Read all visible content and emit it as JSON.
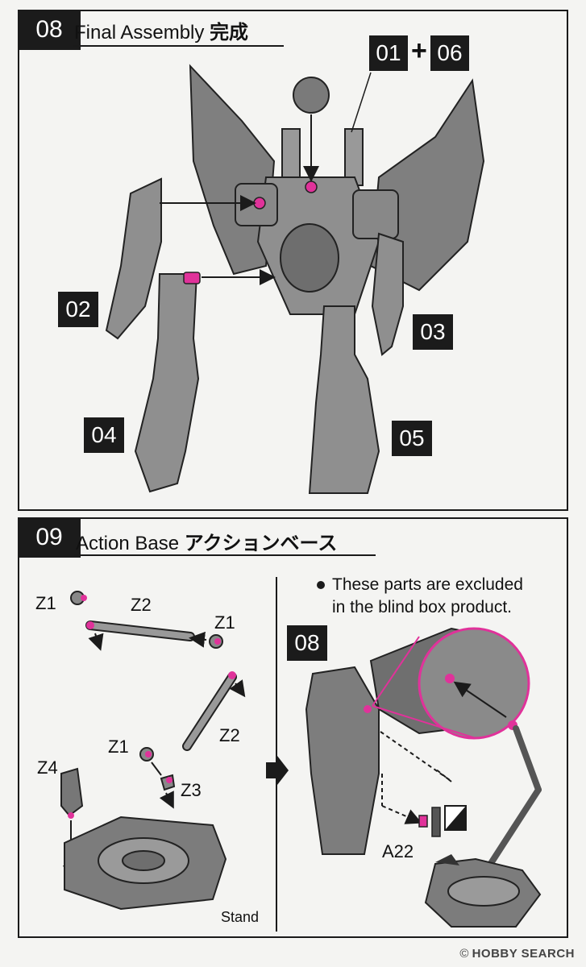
{
  "step08": {
    "number": "08",
    "title": "Final Assembly",
    "title_jp": "完成",
    "parts": {
      "top_a": "01",
      "plus": "+",
      "top_b": "06",
      "left_arm": "02",
      "right_arm": "03",
      "left_leg": "04",
      "right_leg": "05"
    }
  },
  "step09": {
    "number": "09",
    "title": "Action Base",
    "title_jp": "アクションベース",
    "labels": {
      "z1_a": "Z1",
      "z2_a": "Z2",
      "z1_b": "Z1",
      "z2_b": "Z2",
      "z1_c": "Z1",
      "z3": "Z3",
      "z4": "Z4",
      "stand": "Stand",
      "robot_ref": "08",
      "a22": "A22"
    },
    "note_line1": "These parts are excluded",
    "note_line2": "in the blind box product."
  },
  "watermark": {
    "copyright": "©",
    "brand": "HOBBY SEARCH"
  },
  "colors": {
    "ink": "#1b1b1b",
    "accent_pink": "#e0329a",
    "part_gray": "#8f8f8f"
  }
}
